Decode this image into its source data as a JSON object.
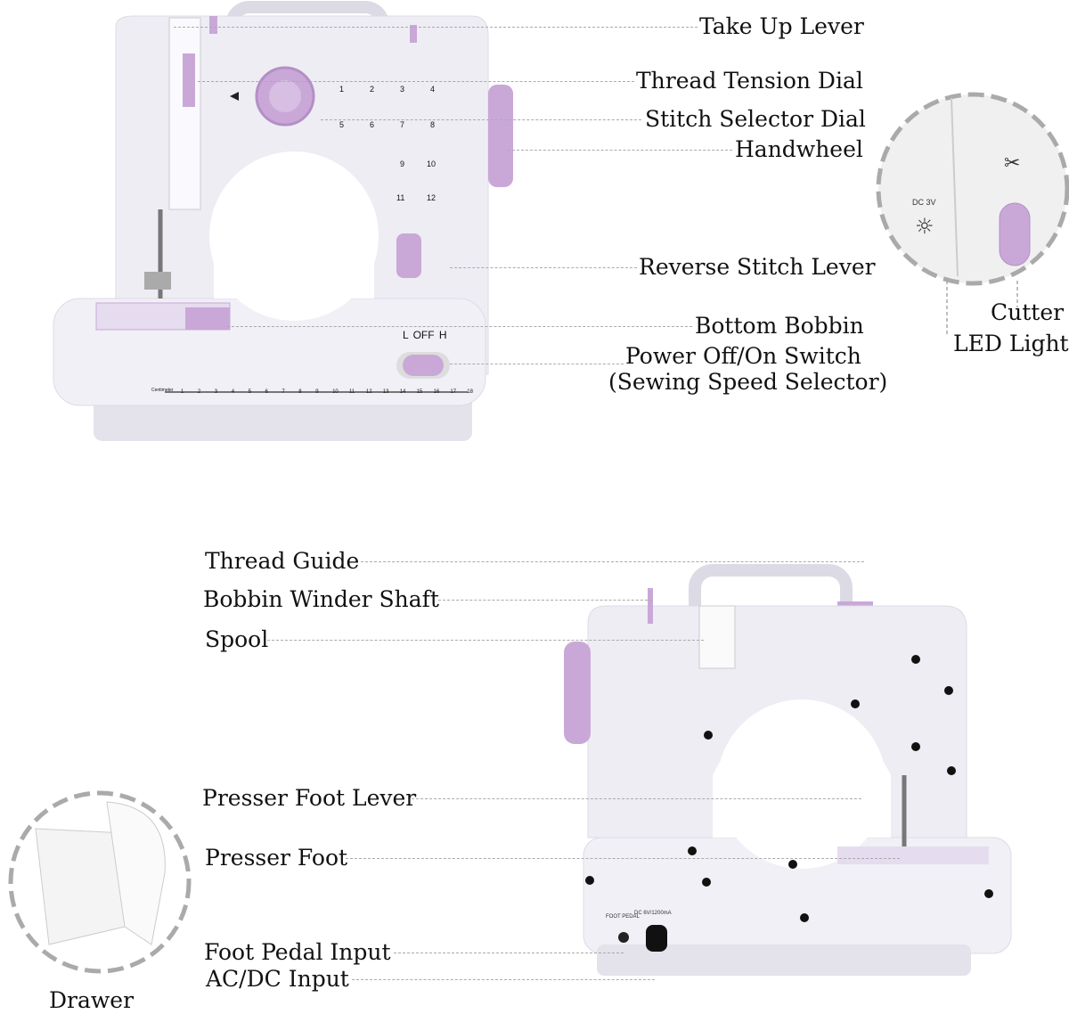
{
  "top_labels": {
    "take_up_lever": "Take Up Lever",
    "thread_tension_dial": "Thread Tension Dial",
    "stitch_selector_dial": "Stitch Selector Dial",
    "handwheel": "Handwheel",
    "reverse_stitch_lever": "Reverse Stitch Lever",
    "bottom_bobbin": "Bottom Bobbin",
    "power_switch": "Power Off/On Switch",
    "speed_selector": "(Sewing Speed Selector)",
    "cutter": "Cutter",
    "led_light": "LED Light"
  },
  "bottom_labels": {
    "thread_guide": "Thread Guide",
    "bobbin_winder_shaft": "Bobbin Winder Shaft",
    "spool": "Spool",
    "presser_foot_lever": "Presser Foot Lever",
    "presser_foot": "Presser Foot",
    "foot_pedal_input": "Foot Pedal Input",
    "acdc_input": "AC/DC Input",
    "drawer": "Drawer"
  },
  "machine_front": {
    "stitch_numbers": [
      "1",
      "2",
      "3",
      "4",
      "5",
      "6",
      "7",
      "8",
      "9",
      "10",
      "11",
      "12"
    ],
    "speed_switch_text": "L  OFF  H",
    "ruler_label": "Centimeter",
    "ruler_ticks": [
      "1",
      "2",
      "3",
      "4",
      "5",
      "6",
      "7",
      "8",
      "9",
      "10",
      "11",
      "12",
      "13",
      "14",
      "15",
      "16",
      "17",
      "18"
    ]
  },
  "inset_top": {
    "dc_label": "DC 3V"
  },
  "machine_back": {
    "foot_pedal_text": "FOOT PEDAL",
    "dc_text": "DC 6V/1200mA"
  },
  "colors": {
    "accent": "#c9a8d8",
    "body": "#eceaf2",
    "leader": "#aaaaaa"
  }
}
